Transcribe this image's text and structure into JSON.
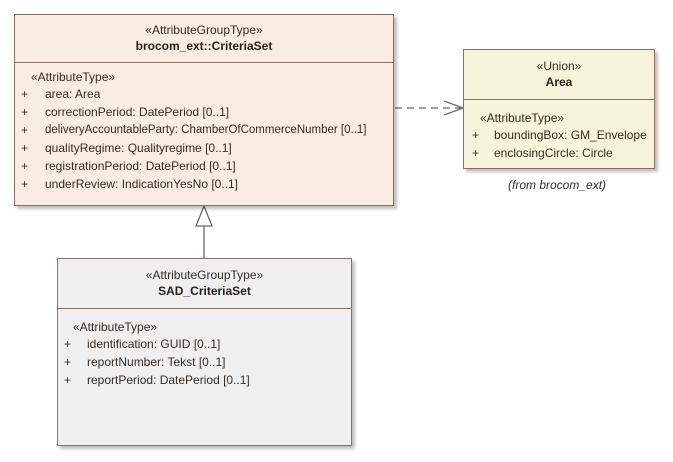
{
  "criteriaset": {
    "stereotype": "«AttributeGroupType»",
    "name": "brocom_ext::CriteriaSet",
    "section_stereotype": "«AttributeType»",
    "attributes": [
      {
        "vis": "+",
        "text": "area: Area"
      },
      {
        "vis": "+",
        "text": "correctionPeriod: DatePeriod [0..1]"
      },
      {
        "vis": "+",
        "text": "deliveryAccountableParty: ChamberOfCommerceNumber [0..1]"
      },
      {
        "vis": "+",
        "text": "qualityRegime: Qualityregime [0..1]"
      },
      {
        "vis": "+",
        "text": "registrationPeriod: DatePeriod [0..1]"
      },
      {
        "vis": "+",
        "text": "underReview: IndicationYesNo [0..1]"
      }
    ]
  },
  "area": {
    "stereotype": "«Union»",
    "name": "Area",
    "section_stereotype": "«AttributeType»",
    "attributes": [
      {
        "vis": "+",
        "text": "boundingBox: GM_Envelope"
      },
      {
        "vis": "+",
        "text": "enclosingCircle: Circle"
      }
    ],
    "from_label": "(from brocom_ext)"
  },
  "sad": {
    "stereotype": "«AttributeGroupType»",
    "name": "SAD_CriteriaSet",
    "section_stereotype": "«AttributeType»",
    "attributes": [
      {
        "vis": "+",
        "text": "identification: GUID [0..1]"
      },
      {
        "vis": "+",
        "text": "reportNumber: Tekst [0..1]"
      },
      {
        "vis": "+",
        "text": "reportPeriod: DatePeriod [0..1]"
      }
    ]
  },
  "colors": {
    "criteriaset_fill": "#f9ece3",
    "area_fill": "#f7f4dc",
    "sad_fill": "#efefef",
    "border": "#8d6e63",
    "connector": "#6b6b6b"
  }
}
